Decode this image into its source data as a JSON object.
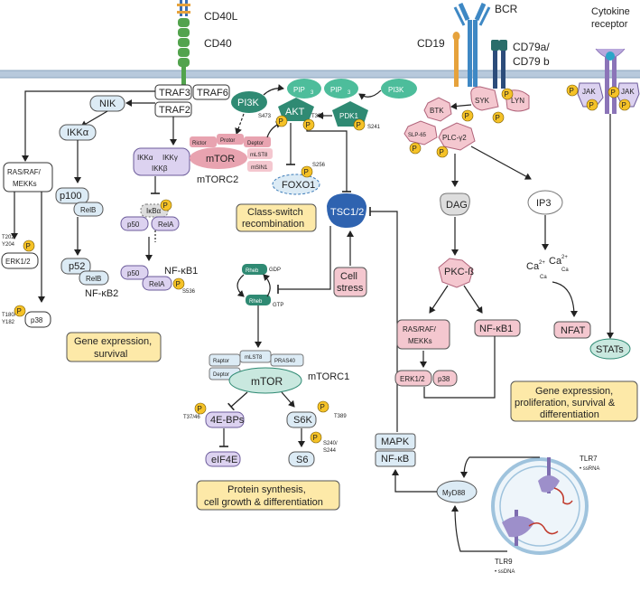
{
  "colors": {
    "membrane": "#9fb7cf",
    "traf": "#ffffff",
    "ikk_purple": "#dcd2f0",
    "pink": "#f4c7cf",
    "pink_dark": "#e8a3b0",
    "green": "#c9e8df",
    "green_dark": "#2f8a73",
    "yellow_box": "#fde9a8",
    "phospho": "#f5c227",
    "blue": "#2f63b0",
    "light_blue": "#dcebf5",
    "cd40": "#52a34d",
    "bcr": "#3e88c4"
  },
  "receptors": {
    "cd40l": "CD40L",
    "cd40": "CD40",
    "bcr": "BCR",
    "cd19": "CD19",
    "cd79": "CD79a/",
    "cd79b": "CD79 b",
    "cytokine_1": "Cytokine",
    "cytokine_2": "receptor"
  },
  "cd40_branch": {
    "traf3": "TRAF3",
    "traf6": "TRAF6",
    "traf2": "TRAF2",
    "nik": "NIK",
    "ikka": "IKKα",
    "ikkg": "IKKγ",
    "ikkb": "IKKβ",
    "ikka2": "IKKα",
    "ikba": "IκBα",
    "p50": "p50",
    "rela": "RelA",
    "p50b": "p50",
    "relab": "RelA",
    "nfkb1": "NF-κB1",
    "s536": "S536",
    "p100": "p100",
    "relb": "RelB",
    "p52": "p52",
    "relb2": "RelB",
    "nfkb2": "NF-κB2",
    "ras_raf_1": "RAS/RAF/",
    "ras_raf_2": "MEKKs",
    "t202_1": "T202/",
    "t202_2": "Y204",
    "erk": "ERK1/2",
    "t180_1": "T180/",
    "t180_2": "Y182",
    "p38": "p38",
    "gene_box_1": "Gene expression,",
    "gene_box_2": "survival"
  },
  "pi3k_branch": {
    "pi3k_left": "PI3K",
    "pip3_a": "PIP",
    "pip3_b": "PIP",
    "sub3": "3",
    "pi3k_right": "PI3K",
    "akt": "AKT",
    "s473": "S473",
    "t308": "T308",
    "pdk1": "PDK1",
    "s241": "S241",
    "rictor": "Rictor",
    "protor": "Protor",
    "deptor": "Deptor",
    "mtor": "mTOR",
    "mlst8": "mLST8",
    "msin1": "mSIN1",
    "mtorc2": "mTORC2",
    "s256": "S256",
    "foxo1": "FOXO1",
    "csr_1": "Class-switch",
    "csr_2": "recombination",
    "tsc": "TSC1/2",
    "stress_1": "Cell",
    "stress_2": "stress",
    "rheb": "Rheb",
    "gdp": "GDP",
    "gtp": "GTP",
    "raptor": "Raptor",
    "mlst8b": "mLST8",
    "pras40": "PRAS40",
    "deptor2": "Deptor",
    "mtor2": "mTOR",
    "mtorc1": "mTORC1",
    "t37": "T37/46",
    "ebp": "4E-BPs",
    "eif4e": "eIF4E",
    "s6k": "S6K",
    "t389": "T389",
    "s6": "S6",
    "s240_1": "S240/",
    "s240_2": "S244",
    "protein_1": "Protein synthesis,",
    "protein_2": "cell growth & differentiation"
  },
  "bcr_branch": {
    "syk": "SYK",
    "lyn": "LYN",
    "btk": "BTK",
    "slp65": "SLP-65",
    "plcg2": "PLC-γ2",
    "dag": "DAG",
    "ip3": "IP3",
    "pkcb": "PKC-ß",
    "ras_1": "RAS/RAF/",
    "ras_2": "MEKKs",
    "nfkb1": "NF-κB1",
    "erk": "ERK1/2",
    "p38": "p38",
    "ca": "Ca",
    "sup2": "2+",
    "nfat": "NFAT"
  },
  "cytokine_branch": {
    "jak1": "JAK",
    "jak2": "JAK",
    "stats": "STATs",
    "gene_box_1": "Gene expression,",
    "gene_box_2": "proliferation, survival &",
    "gene_box_3": "differentiation"
  },
  "tlr_branch": {
    "mapk": "MAPK",
    "nfkb": "NF-κB",
    "myd88": "MyD88",
    "tlr7": "TLR7",
    "ssrna": "• ssRNA",
    "tlr9": "TLR9",
    "ssdna": "• ssDNA"
  },
  "phospho_label": "P"
}
